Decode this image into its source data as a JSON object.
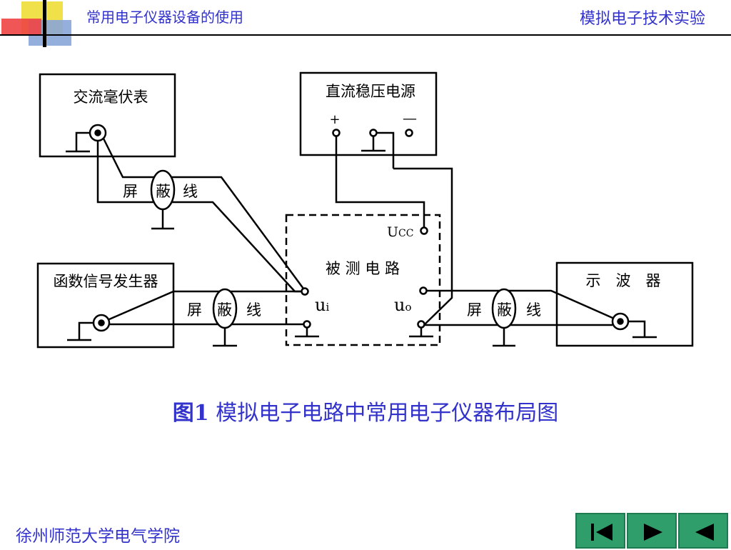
{
  "header": {
    "left_title": "常用电子仪器设备的使用",
    "right_title": "模拟电子技术实验"
  },
  "diagram": {
    "ac_millivoltmeter": "交流毫伏表",
    "dc_power_supply": "直流稳压电源",
    "plus_sign": "+",
    "minus_sign": "—",
    "function_generator": "函数信号发生器",
    "oscilloscope": "示　波　器",
    "circuit_under_test": "被 测 电 路",
    "ucc_main": "U",
    "ucc_sub": "CC",
    "ui_main": "u",
    "ui_sub": "i",
    "uo_main": "u",
    "uo_sub": "o",
    "shield_left_1": "屏",
    "shield_left_2": "线",
    "shield_mid_1": "屏",
    "shield_mid_2": "线",
    "shield_right_1": "屏",
    "shield_right_2": "线",
    "shield_char_left": "蔽",
    "shield_char_mid": "蔽",
    "shield_char_right": "蔽"
  },
  "caption": {
    "bold_prefix": "图1",
    "text": " 模拟电子电路中常用电子仪器布局图"
  },
  "footer": {
    "institution": "徐州师范大学电气学院"
  },
  "nav_buttons": {
    "first_icon": "skip-to-first-icon",
    "next_icon": "play-next-icon",
    "prev_icon": "play-prev-icon"
  },
  "colors": {
    "title_blue": "#3333cc",
    "nav_green": "#2f9e6b"
  }
}
